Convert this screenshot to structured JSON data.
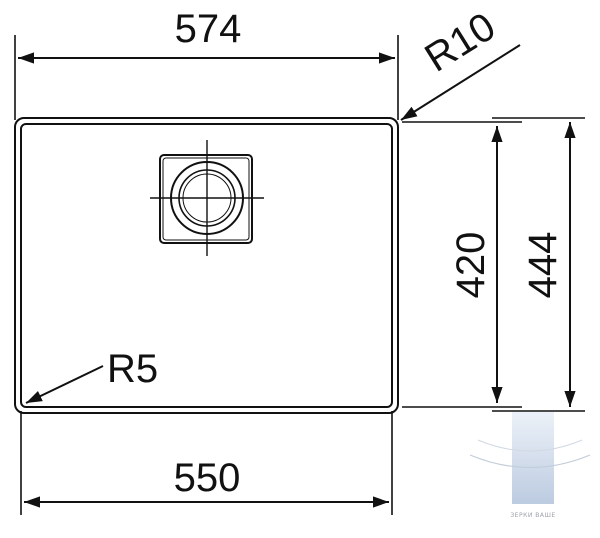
{
  "drawing": {
    "dimensions": {
      "outer_width": "574",
      "inner_width": "550",
      "inner_height": "420",
      "outer_height": "444",
      "corner_radius_outer": "R10",
      "corner_radius_inner": "R5"
    },
    "watermark": {
      "text": "ЗЕРКИ ВАШЕ"
    }
  },
  "colors": {
    "line": "#111111",
    "watermark": "#9fb4d3"
  }
}
